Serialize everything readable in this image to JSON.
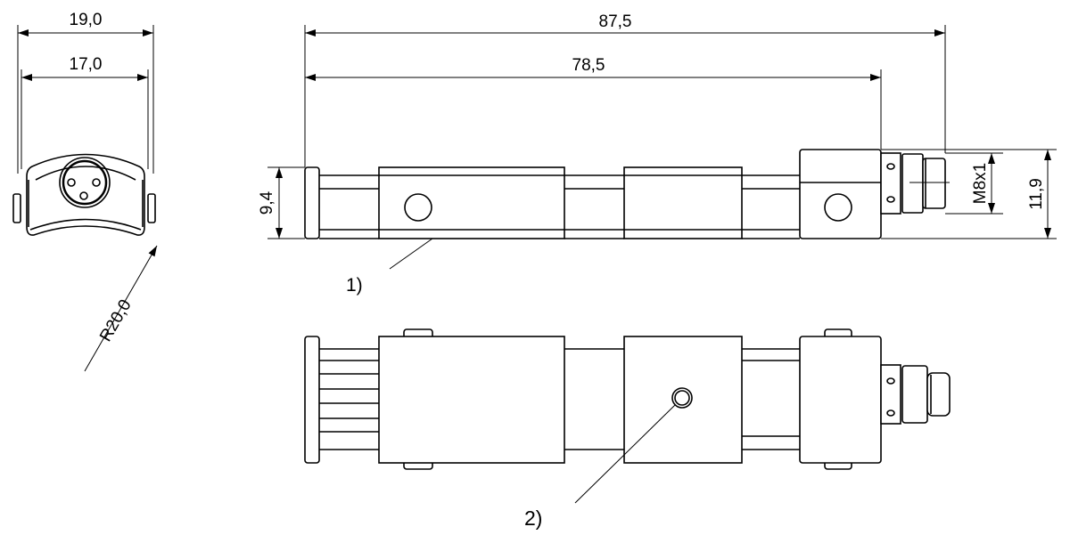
{
  "drawing": {
    "front_view": {
      "dim_outer_width": "19,0",
      "dim_inner_width": "17,0",
      "dim_radius": "R20,0"
    },
    "side_view": {
      "dim_total_length": "87,5",
      "dim_body_length": "78,5",
      "dim_height": "9,4",
      "dim_thread": "M8x1",
      "dim_total_height": "11,9",
      "callout_1": "1)"
    },
    "top_view": {
      "callout_2": "2)"
    }
  }
}
